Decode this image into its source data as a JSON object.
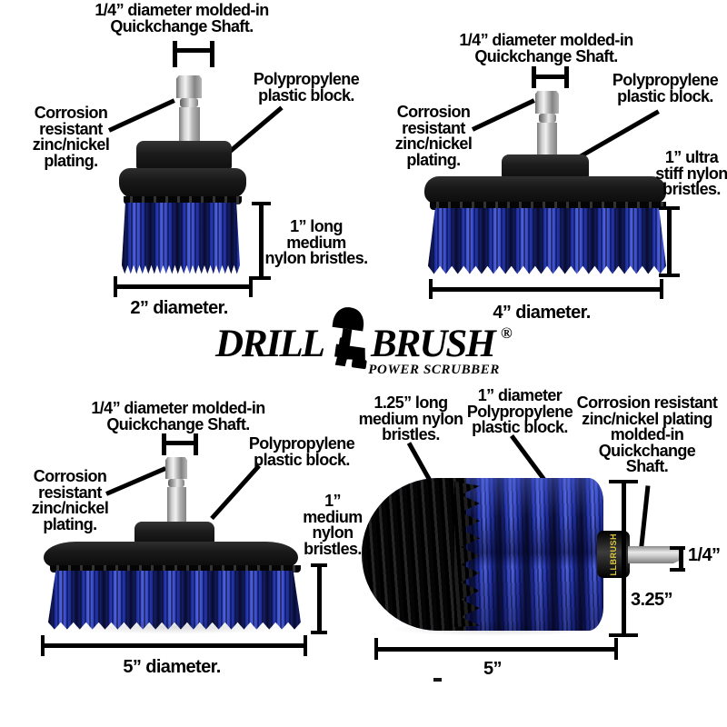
{
  "brand": {
    "name_left": "DRILL",
    "name_right": "BRUSH",
    "registered_mark": "®",
    "tagline": "POWER SCRUBBER"
  },
  "colors": {
    "background": "#ffffff",
    "annotation_text": "#000000",
    "bristle_blue": "#2437b4",
    "bristle_highlight": "#5265e0",
    "block_black": "#161616",
    "shaft_silver": "#c9c9c9",
    "collar_print_yellow": "#ddc83f"
  },
  "panels": {
    "top_left": {
      "shaft_label": "1/4” diameter molded-in\nQuickchange Shaft.",
      "plating_label": "Corrosion\nresistant\nzinc/nickel\nplating.",
      "block_label": "Polypropylene\nplastic block.",
      "bristle_label": "1” long\nmedium\nnylon bristles.",
      "diameter_label": "2” diameter."
    },
    "top_right": {
      "shaft_label": "1/4” diameter molded-in\nQuickchange Shaft.",
      "plating_label": "Corrosion\nresistant\nzinc/nickel\nplating.",
      "block_label": "Polypropylene\nplastic block.",
      "bristle_label": "1” ultra\nstiff nylon\nbristles.",
      "diameter_label": "4” diameter."
    },
    "bottom_left": {
      "shaft_label": "1/4” diameter molded-in\nQuickchange Shaft.",
      "plating_label": "Corrosion\nresistant\nzinc/nickel\nplating.",
      "block_label": "Polypropylene\nplastic block.",
      "bristle_label": "1”\nmedium\nnylon\nbristles.",
      "diameter_label": "5” diameter."
    },
    "bottom_right": {
      "bristle_label": "1.25” long\nmedium nylon\nbristles.",
      "block_label": "1” diameter\nPolypropylene\nplastic block.",
      "shaft_label": "Corrosion resistant\nzinc/nickel plating\nmolded-in\nQuickchange\nShaft.",
      "shaft_diameter_label": "1/4”",
      "brush_height_label": "3.25”",
      "brush_length_label": "5”",
      "collar_print": "LLBRUSH"
    }
  }
}
